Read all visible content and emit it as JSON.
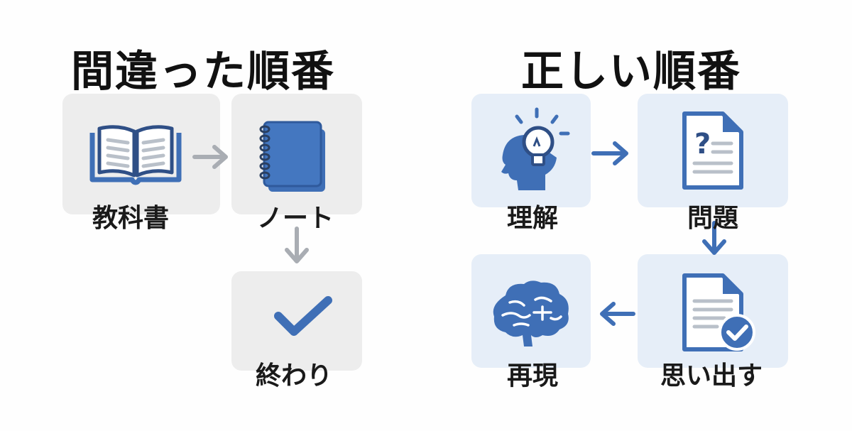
{
  "wrong_order": {
    "title": "間違った順番",
    "steps": [
      {
        "label": "教科書",
        "icon": "open-book-icon"
      },
      {
        "label": "ノート",
        "icon": "notebook-icon"
      },
      {
        "label": "終わり",
        "icon": "checkmark-icon"
      }
    ]
  },
  "correct_order": {
    "title": "正しい順番",
    "steps": [
      {
        "label": "理解",
        "icon": "head-lightbulb-icon"
      },
      {
        "label": "問題",
        "icon": "question-document-icon"
      },
      {
        "label": "思い出す",
        "icon": "document-check-icon"
      },
      {
        "label": "再現",
        "icon": "brain-icon"
      }
    ]
  },
  "colors": {
    "accent_blue": "#3f6fb6",
    "gray_arrow": "#a9adb3",
    "gray_card": "#ededed",
    "blue_card": "#e6eef8"
  }
}
